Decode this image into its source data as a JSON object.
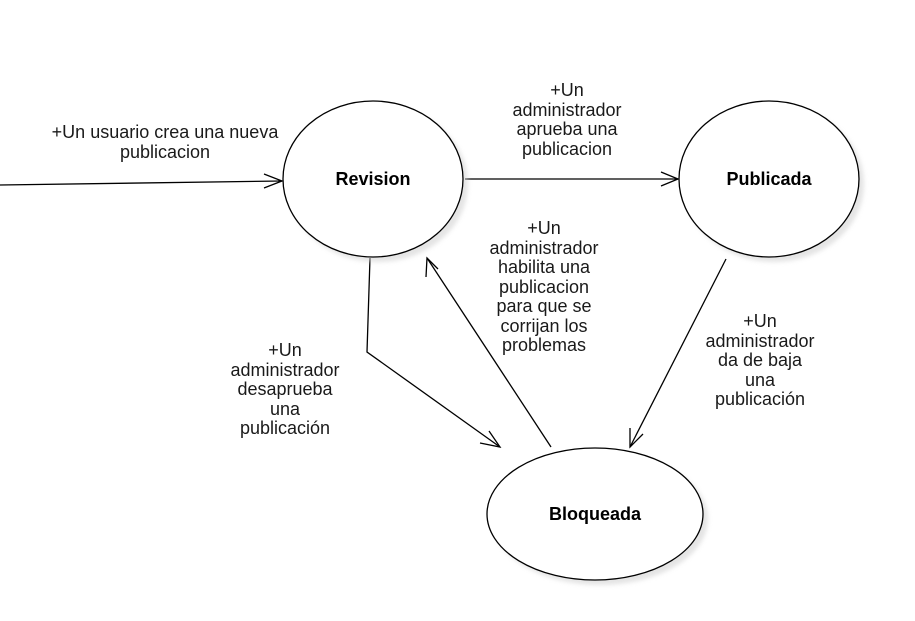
{
  "states": [
    {
      "id": "revision",
      "name": "Revision"
    },
    {
      "id": "publicada",
      "name": "Publicada"
    },
    {
      "id": "bloqueada",
      "name": "Bloqueada"
    }
  ],
  "transitions": [
    {
      "id": "create",
      "from": "",
      "to": "revision",
      "lines": [
        "+Un usuario crea una nueva",
        "publicacion"
      ]
    },
    {
      "id": "approve",
      "from": "revision",
      "to": "publicada",
      "lines": [
        "+Un",
        "administrador",
        "aprueba una",
        "publicacion"
      ]
    },
    {
      "id": "enable",
      "from": "bloqueada",
      "to": "revision",
      "lines": [
        "+Un",
        "administrador",
        "habilita una",
        "publicacion",
        "para que se",
        "corrijan los",
        "problemas"
      ]
    },
    {
      "id": "disapprove",
      "from": "revision",
      "to": "bloqueada",
      "lines": [
        "+Un",
        "administrador",
        "desaprueba",
        "una",
        "publicación"
      ]
    },
    {
      "id": "unpublish",
      "from": "publicada",
      "to": "bloqueada",
      "lines": [
        "+Un",
        "administrador",
        "da de baja",
        "una",
        "publicación"
      ]
    }
  ]
}
